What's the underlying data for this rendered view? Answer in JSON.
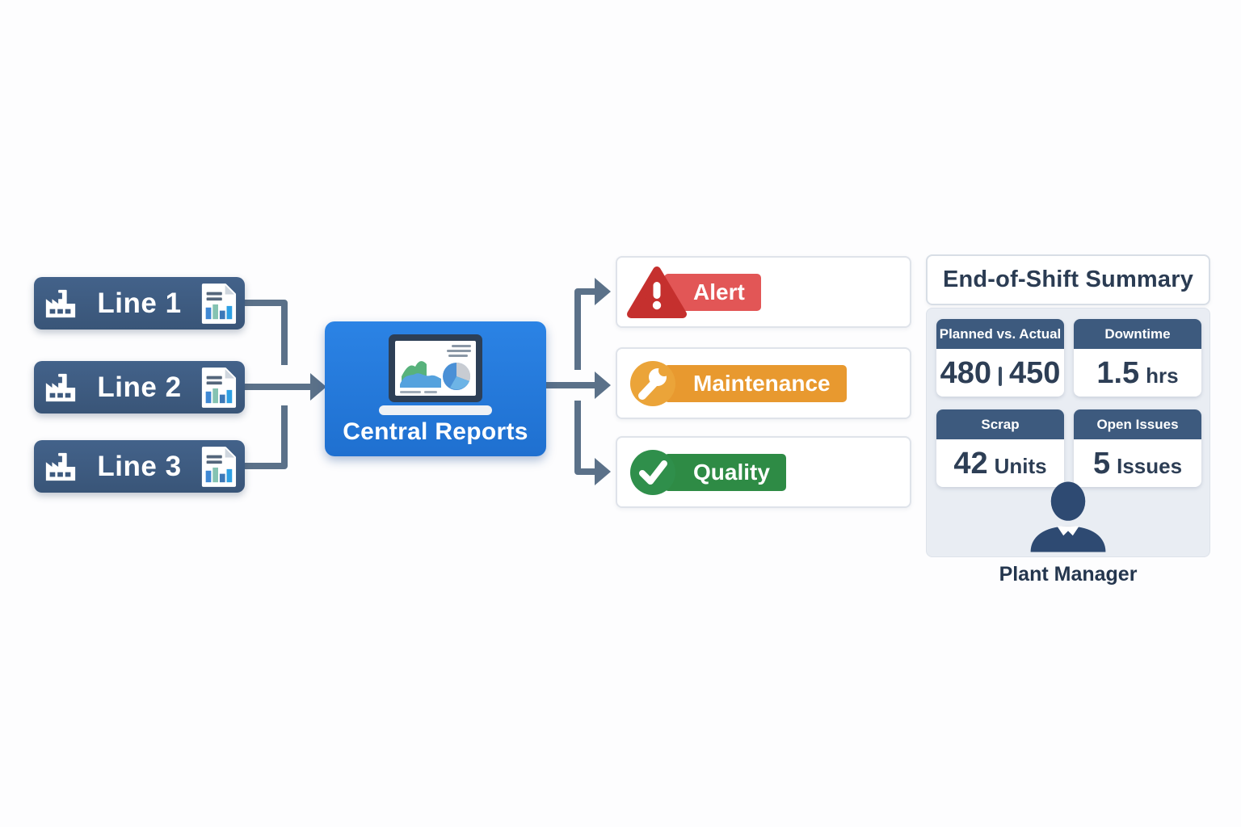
{
  "nodes": {
    "lines": [
      {
        "label": "Line 1"
      },
      {
        "label": "Line 2"
      },
      {
        "label": "Line 3"
      }
    ],
    "central": {
      "label": "Central Reports"
    },
    "outputs": [
      {
        "id": "alert",
        "label": "Alert"
      },
      {
        "id": "maintenance",
        "label": "Maintenance"
      },
      {
        "id": "quality",
        "label": "Quality"
      }
    ]
  },
  "summary": {
    "title": "End-of-Shift Summary",
    "metrics": [
      {
        "header": "Planned vs. Actual",
        "value": "480",
        "value2": "450",
        "unit": ""
      },
      {
        "header": "Downtime",
        "value": "1.5",
        "unit": "hrs"
      },
      {
        "header": "Scrap",
        "value": "42",
        "unit": "Units"
      },
      {
        "header": "Open Issues",
        "value": "5",
        "unit": "Issues"
      }
    ],
    "role_label": "Plant Manager"
  },
  "icons": {
    "factory": "factory-icon",
    "report_doc": "report-doc-icon",
    "dashboard": "laptop-dashboard-icon",
    "alert": "warning-triangle-icon",
    "maintenance": "wrench-icon",
    "quality": "checkmark-icon",
    "manager": "person-icon"
  },
  "colors": {
    "line_node": "#3d5a7e",
    "central_node": "#2478dd",
    "alert": "#e25656",
    "maintenance": "#e8992f",
    "quality": "#2e8b45",
    "arrow": "#5b7189",
    "panel_bg": "#e9edf3",
    "text_navy": "#2d3e55"
  }
}
